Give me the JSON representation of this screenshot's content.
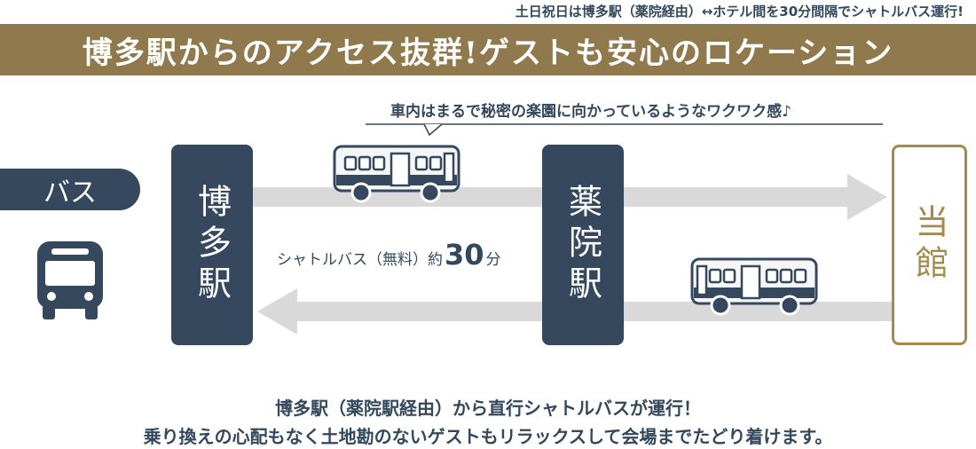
{
  "top_note": "土日祝日は博多駅（薬院経由）↔ホテル間を30分間隔でシャトルバス運行!",
  "banner_title": "博多駅からのアクセス抜群!ゲストも安心のロケーション",
  "bus_label": "バス",
  "speech_bubble": "車内はまるで秘密の楽園に向かっているようなワクワク感♪",
  "stations": {
    "hakata": "博多駅",
    "yakuin": "薬院駅",
    "hotel": "当館"
  },
  "shuttle": {
    "label": "シャトルバス（無料）約",
    "minutes": "30",
    "unit": "分"
  },
  "footer": {
    "line1": "博多駅（薬院駅経由）から直行シャトルバスが運行！",
    "line2": "乗り換えの心配もなく土地勘のないゲストもリラックスして会場までたどり着けます。"
  },
  "colors": {
    "navy": "#35485e",
    "gold": "#907a4d",
    "hotel_border": "#a68a4c",
    "arrow": "#d9d9d9"
  },
  "icons": [
    "bus-icon",
    "bus-illustration"
  ]
}
